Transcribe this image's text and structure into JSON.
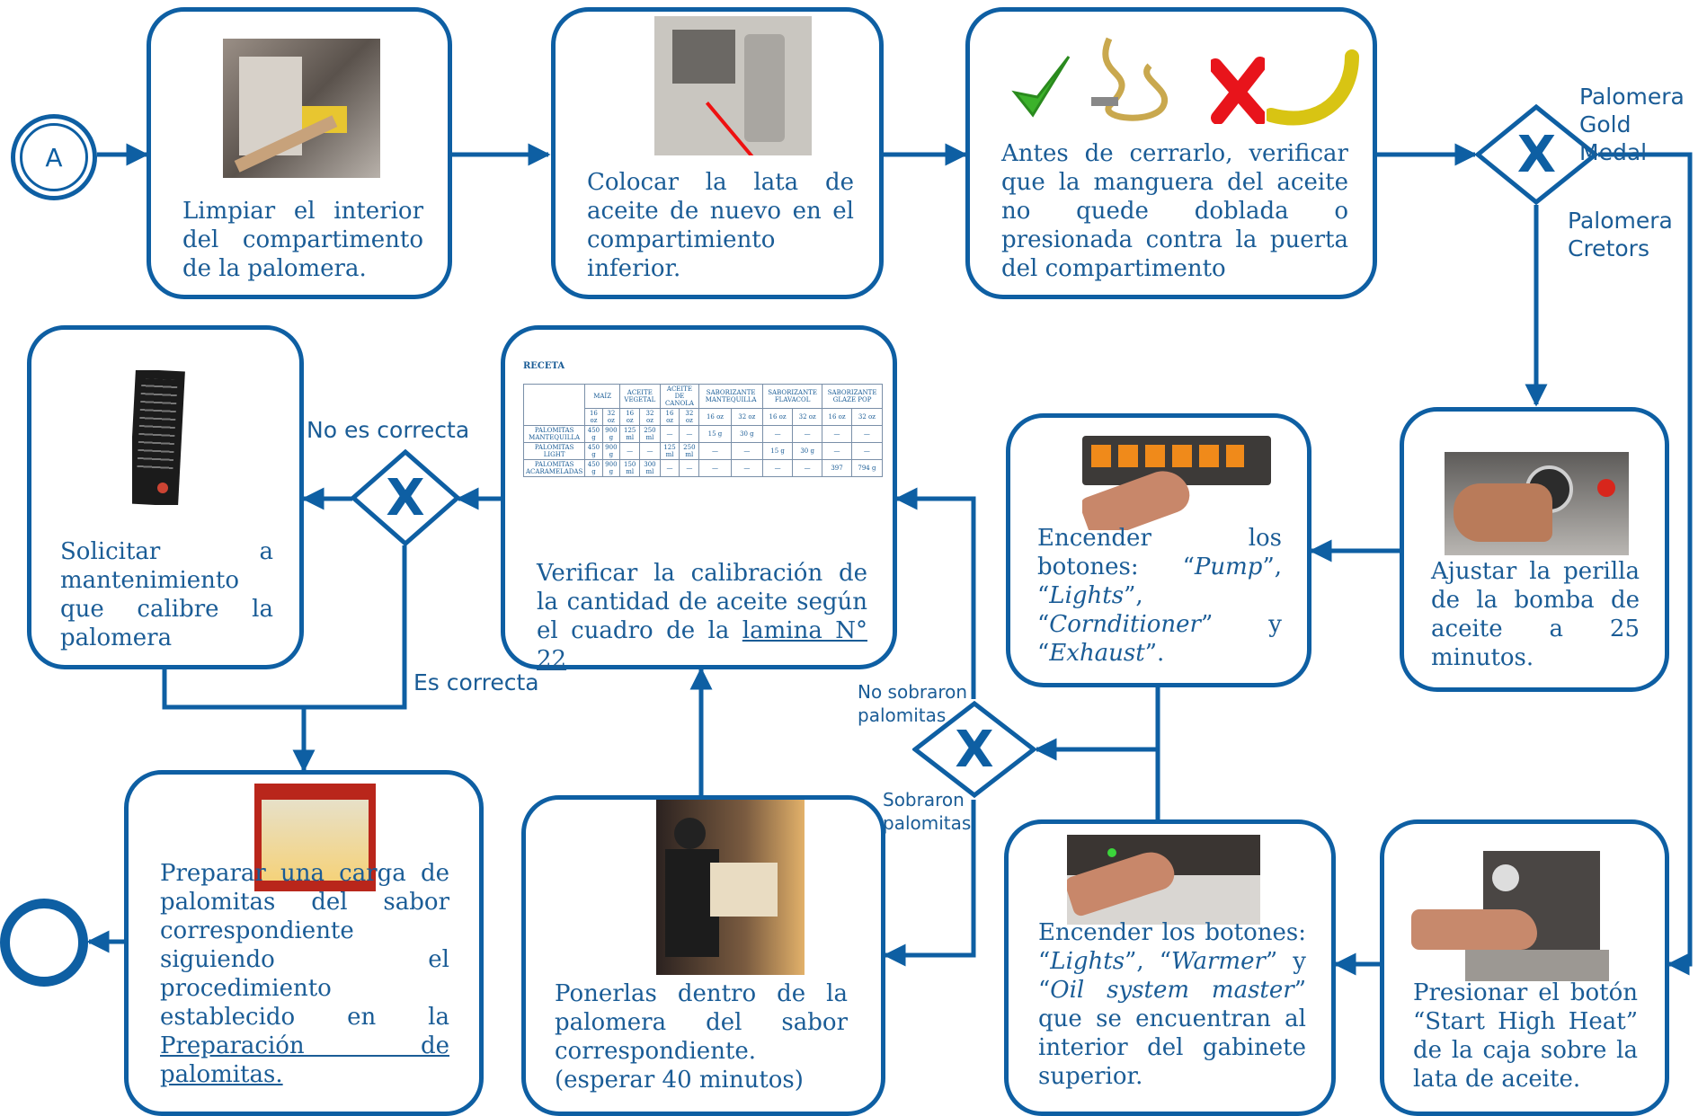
{
  "start_node": {
    "label": "A"
  },
  "steps": {
    "s1": {
      "text": "Limpiar el interior del compartimento de la palomera."
    },
    "s2": {
      "text": "Colocar la lata de aceite de nuevo en el compartimiento inferior."
    },
    "s3": {
      "text": "Antes de cerrarlo, verificar que la manguera del aceite no quede doblada o presionada contra la puerta del compartimento"
    },
    "s4": {
      "text": "Ajustar la perilla de la bomba de aceite a 25 minutos."
    },
    "s5": {
      "line1": "Encender los botones: “",
      "pump": "Pump",
      "sep1": "”, “",
      "lights": "Lights",
      "sep2": "”, “",
      "cond": "Cornditioner",
      "sep3": "” y “",
      "exhaust": "Exhaust",
      "end": "”."
    },
    "s6": {
      "line1": "Verificar la calibración de la cantidad de aceite según el cuadro de la ",
      "link": "lamina N° 22"
    },
    "s7": {
      "text": "Solicitar a mantenimiento que calibre la palomera"
    },
    "s8": {
      "text": "Presionar el botón “Start High Heat” de la caja sobre la lata de aceite."
    },
    "s9": {
      "pre": "Encender los botones: “",
      "lights": "Lights",
      "sep1": "”, “",
      "warmer": "Warmer",
      "sep2": "” y “",
      "oil": "Oil system master",
      "post": "” que se encuentran al interior del gabinete superior."
    },
    "s10": {
      "text": "Ponerlas dentro de la palomera del sabor correspondiente.",
      "wait": "(esperar 40 minutos)"
    },
    "s11": {
      "pre": "Preparar una carga de palomitas del sabor correspondiente siguiendo el procedimiento establecido en la ",
      "link": "Preparación de palomitas."
    }
  },
  "gateways": {
    "symbol": "X"
  },
  "labels": {
    "gold_medal": "Palomera Gold Medal",
    "cretors": "Palomera Cretors",
    "no_correcta": "No es correcta",
    "es_correcta": "Es correcta",
    "no_sobraron": "No sobraron palomitas",
    "sobraron": "Sobraron palomitas"
  },
  "recipe": {
    "title": "RECETA",
    "groups": [
      "MAÍZ",
      "ACEITE VEGETAL",
      "ACEITE DE CANOLA",
      "SABORIZANTE MANTEQUILLA",
      "SABORIZANTE FLAVACOL",
      "SABORIZANTE GLAZE POP"
    ],
    "sizes": [
      "16 oz",
      "32 oz"
    ],
    "rows": [
      {
        "name": "PALOMITAS MANTEQUILLA",
        "cells": [
          "450 g",
          "900 g",
          "125 ml",
          "250 ml",
          "—",
          "—",
          "15 g",
          "30 g",
          "—",
          "—",
          "—",
          "—"
        ]
      },
      {
        "name": "PALOMITAS LIGHT",
        "cells": [
          "450 g",
          "900 g",
          "—",
          "—",
          "125 ml",
          "250 ml",
          "—",
          "—",
          "15 g",
          "30 g",
          "—",
          "—"
        ]
      },
      {
        "name": "PALOMITAS ACARAMELADAS",
        "cells": [
          "450 g",
          "900 g",
          "150 ml",
          "300 ml",
          "—",
          "—",
          "—",
          "—",
          "—",
          "—",
          "397",
          "794 g"
        ]
      }
    ]
  },
  "colors": {
    "accent": "#0e5fa3",
    "text": "#1a5c96",
    "check": "#3cb22b",
    "cross": "#e8141b",
    "hose_ok": "#c9a84e",
    "hose_bad": "#d8c413"
  }
}
